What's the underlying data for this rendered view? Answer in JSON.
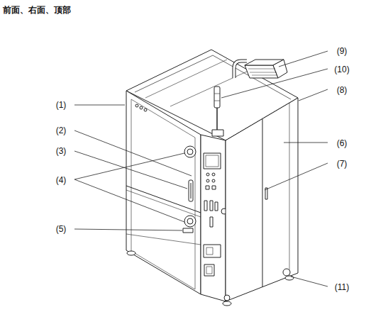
{
  "diagram": {
    "title": "前面、右面、顶部",
    "labels": [
      "(9)",
      "(10)",
      "(8)",
      "(1)",
      "(2)",
      "(6)",
      "(3)",
      "(7)",
      "(4)",
      "(5)",
      "(11)"
    ]
  }
}
